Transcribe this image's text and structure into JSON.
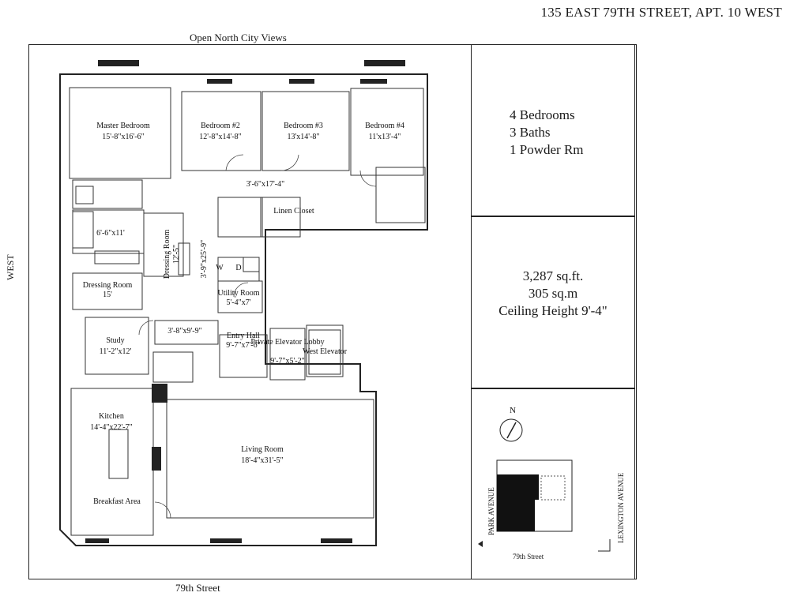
{
  "header": {
    "address": "135 EAST 79TH STREET,  APT. 10 WEST",
    "north_label": "Open North City Views",
    "south_label": "79th Street",
    "west_label": "WEST"
  },
  "rooms": [
    {
      "name": "Master Bedroom",
      "size": "15'-8\"x16'-6\""
    },
    {
      "name": "Bedroom #2",
      "size": "12'-8\"x14'-8\""
    },
    {
      "name": "Bedroom #3",
      "size": "13'x14'-8\""
    },
    {
      "name": "Bedroom #4",
      "size": "11'x13'-4\""
    },
    {
      "name": "",
      "size": "3'-6\"x17'-4\""
    },
    {
      "name": "Linen Closet",
      "size": ""
    },
    {
      "name": "",
      "size": "6'-6\"x11'"
    },
    {
      "name": "Dressing Room",
      "size": "12'-5\""
    },
    {
      "name": "",
      "size": "3'-9\"x25'-9\""
    },
    {
      "name": "Dressing Room",
      "size": "15'"
    },
    {
      "name": "Utility Room",
      "size": "5'-4\"x7'"
    },
    {
      "name": "Study",
      "size": "11'-2\"x12'"
    },
    {
      "name": "",
      "size": "3'-8\"x9'-9\""
    },
    {
      "name": "Entry Hall",
      "size": "9'-7\"x7'-6\""
    },
    {
      "name": "Private Elevator Lobby",
      "size": "9'-7\"x5'-2\""
    },
    {
      "name": "West Elevator",
      "size": ""
    },
    {
      "name": "Kitchen",
      "size": "14'-4\"x22'-7\""
    },
    {
      "name": "Living Room",
      "size": "18'-4\"x31'-5\""
    },
    {
      "name": "Breakfast Area",
      "size": ""
    }
  ],
  "fixtures": {
    "washer": "W",
    "dryer": "D"
  },
  "summary": {
    "bedrooms": "4 Bedrooms",
    "baths": "3 Baths",
    "powder": "1 Powder Rm",
    "sqft": "3,287 sq.ft.",
    "sqm": "305 sq.m",
    "ceiling": "Ceiling Height 9'-4\""
  },
  "location_map": {
    "north": "N",
    "street_west": "PARK AVENUE",
    "street_east": "LEXINGTON AVENUE",
    "street_south": "79th Street"
  }
}
